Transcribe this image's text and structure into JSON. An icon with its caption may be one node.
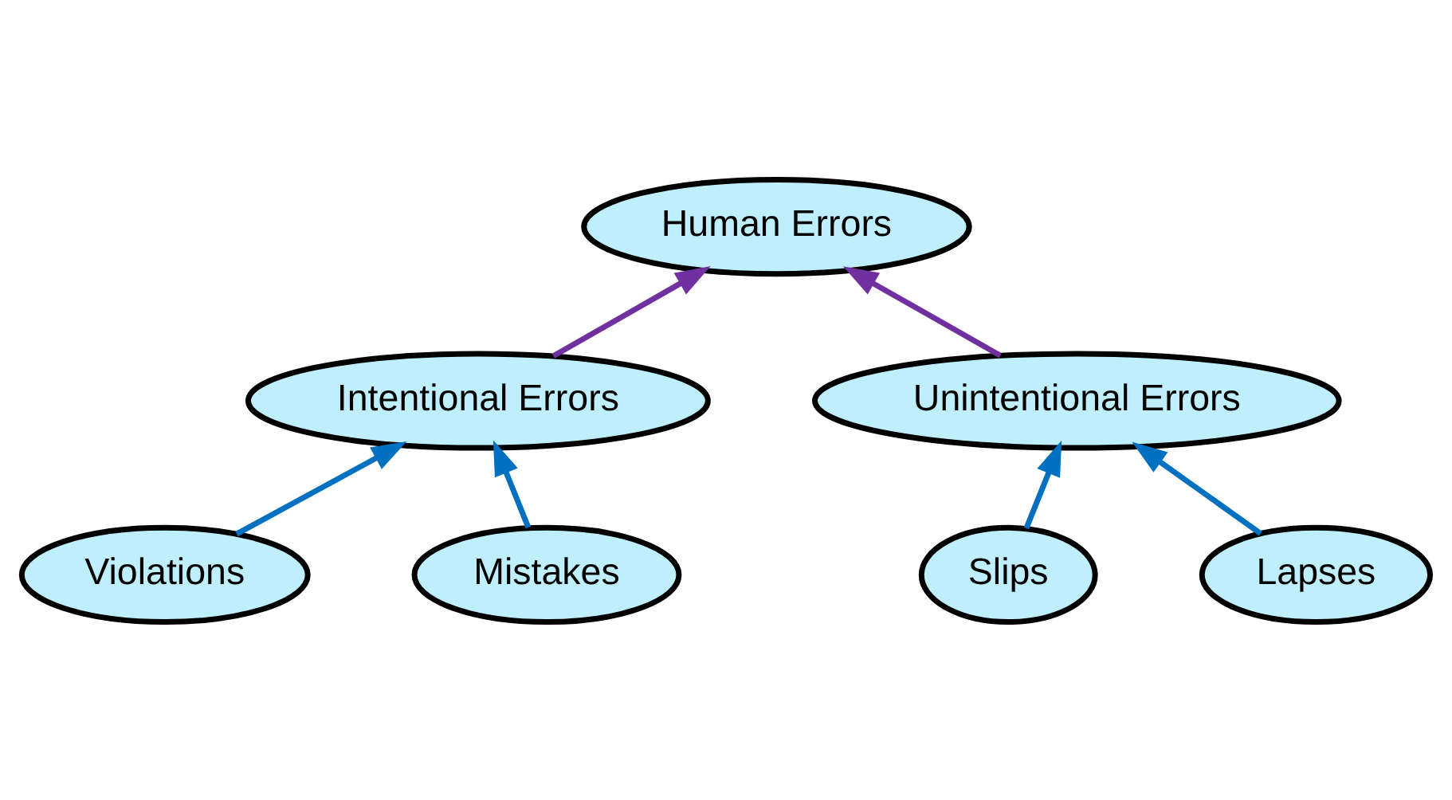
{
  "diagram": {
    "nodes": [
      {
        "text": [
          "Human Errors"
        ]
      },
      {
        "text": [
          "Intentional Errors"
        ]
      },
      {
        "text": [
          "Unintentional Errors"
        ]
      },
      {
        "text": [
          "Violations"
        ]
      },
      {
        "text": [
          "Mistakes"
        ]
      },
      {
        "text": [
          "Slips"
        ]
      },
      {
        "text": [
          "Lapses"
        ]
      }
    ],
    "edges": [
      {
        "from": 1,
        "to": 0,
        "arrow": "to",
        "color": "#7030a0"
      },
      {
        "from": 2,
        "to": 0,
        "arrow": "to",
        "color": "#7030a0"
      },
      {
        "from": 3,
        "to": 1,
        "arrow": "to"
      },
      {
        "from": 4,
        "to": 1,
        "arrow": "to"
      },
      {
        "from": 5,
        "to": 2,
        "arrow": "to"
      },
      {
        "from": 6,
        "to": 2,
        "arrow": "to"
      }
    ]
  }
}
